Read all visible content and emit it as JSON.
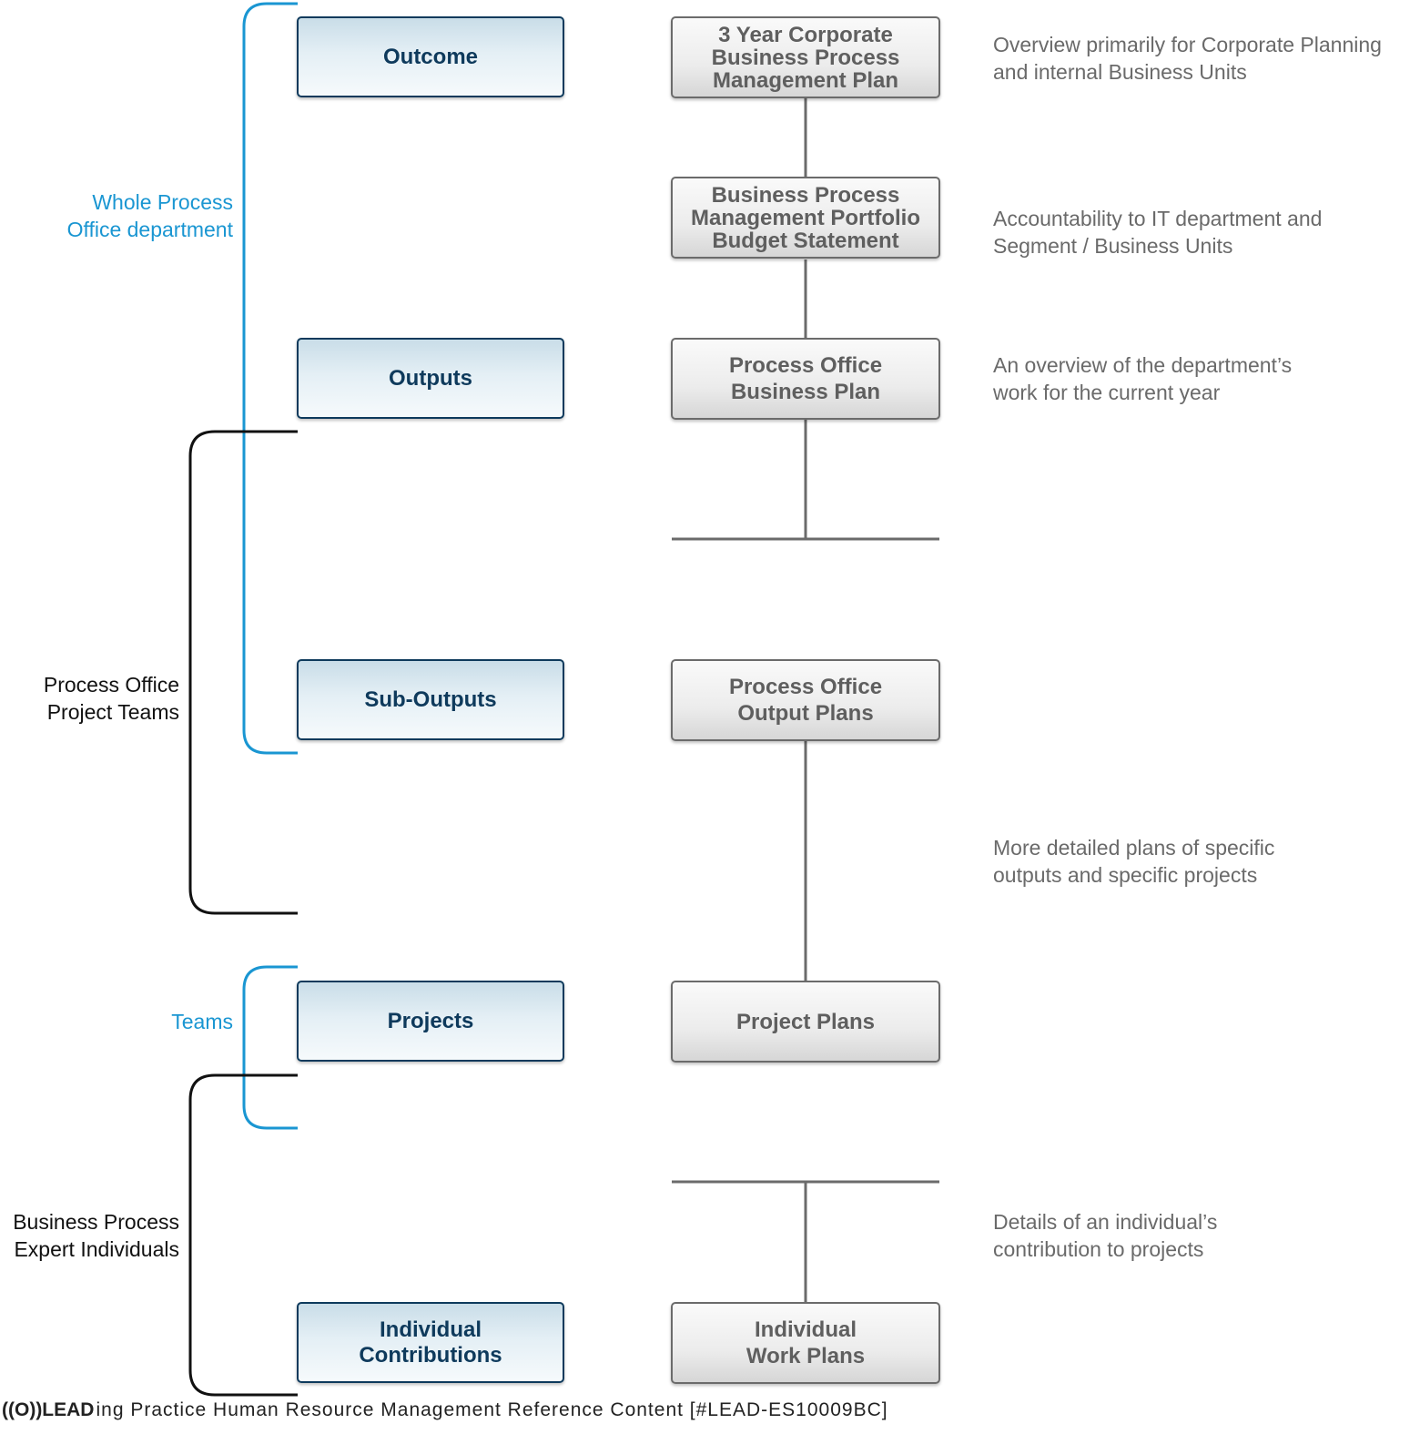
{
  "levels": [
    {
      "label": "Outcome"
    },
    {
      "label": "Outputs"
    },
    {
      "label": "Sub-Outputs"
    },
    {
      "label": "Projects"
    },
    {
      "label": "Individual\nContributions"
    }
  ],
  "plans": [
    {
      "label": "3 Year Corporate\nBusiness Process\nManagement Plan"
    },
    {
      "label": "Business Process\nManagement Portfolio\nBudget Statement"
    },
    {
      "label": "Process Office\nBusiness Plan"
    },
    {
      "label": "Process Office\nOutput Plans"
    },
    {
      "label": "Project Plans"
    },
    {
      "label": "Individual\nWork Plans"
    }
  ],
  "descriptions": [
    "Overview primarily for Corporate Planning\nand internal Business Units",
    "Accountability to IT department and\nSegment / Business Units",
    "An overview of the department’s\nwork for the current year",
    "More detailed plans of specific\noutputs and specific projects",
    "Details of an individual’s\ncontribution to projects"
  ],
  "groups": [
    {
      "label": "Whole Process\nOffice department",
      "color": "#1a96d2"
    },
    {
      "label": "Process Office\nProject Teams",
      "color": "#111111"
    },
    {
      "label": "Teams",
      "color": "#1a96d2"
    },
    {
      "label": "Business Process\nExpert Individuals",
      "color": "#111111"
    }
  ],
  "footer": {
    "logo": "((O))LEAD",
    "text": "ing Practice Human Resource Management Reference Content [#LEAD-ES10009BC]"
  }
}
